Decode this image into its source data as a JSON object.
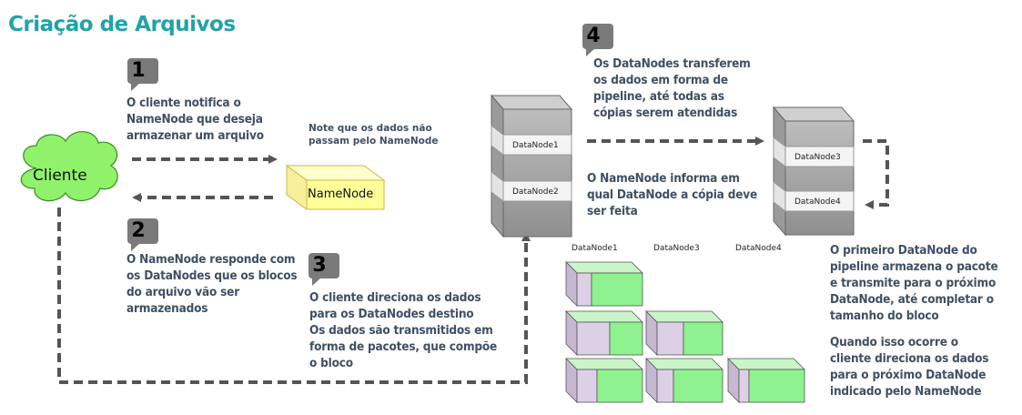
{
  "title": "Criação de Arquivos",
  "steps": {
    "s1": {
      "num": "1",
      "text": [
        "O cliente notifica o",
        "NameNode que deseja",
        "armazenar um arquivo"
      ]
    },
    "s2": {
      "num": "2",
      "text": [
        "O NameNode responde com",
        "os DataNodes que os blocos",
        "do arquivo vão ser",
        "armazenados"
      ]
    },
    "s3": {
      "num": "3",
      "text": [
        "O cliente direciona os dados",
        "para os DataNodes destino",
        "Os dados são transmitidos em",
        "forma de pacotes, que compõe",
        "o bloco"
      ]
    },
    "s4": {
      "num": "4",
      "text": [
        "Os DataNodes transferem",
        "os dados em forma de",
        "pipeline, até todas as",
        "cópias serem atendidas"
      ]
    }
  },
  "note": [
    "Note que os dados não",
    "passam pelo NameNode"
  ],
  "namenode_info": [
    "O NameNode informa em",
    "qual DataNode a cópia deve",
    "ser feita"
  ],
  "pipeline_text": [
    "O primeiro DataNode do",
    "pipeline armazena o pacote",
    "e transmite para o próximo",
    "DataNode, até completar o",
    "tamanho do bloco"
  ],
  "next_text": [
    "Quando isso ocorre o",
    "cliente direciona os dados",
    "para o próximo DataNode",
    "indicado pelo NameNode"
  ],
  "nodes": {
    "client": "Cliente",
    "namenode": "NameNode",
    "dn1": "DataNode1",
    "dn2": "DataNode2",
    "dn3": "DataNode3",
    "dn4": "DataNode4"
  },
  "packet_headers": [
    "DataNode1",
    "DataNode3",
    "DataNode4"
  ],
  "packet_fill_levels": [
    [
      0.5
    ],
    [
      0.5,
      0.4
    ],
    [
      0.3,
      0.25,
      0.15
    ]
  ],
  "colors": {
    "title": "#1fa3ab",
    "text": "#3e5063",
    "cloud": "#8ff26a",
    "namenode": "#ffff99",
    "green": "#8ef28e",
    "lilac": "#ddd0e6",
    "arrow": "#555555"
  }
}
